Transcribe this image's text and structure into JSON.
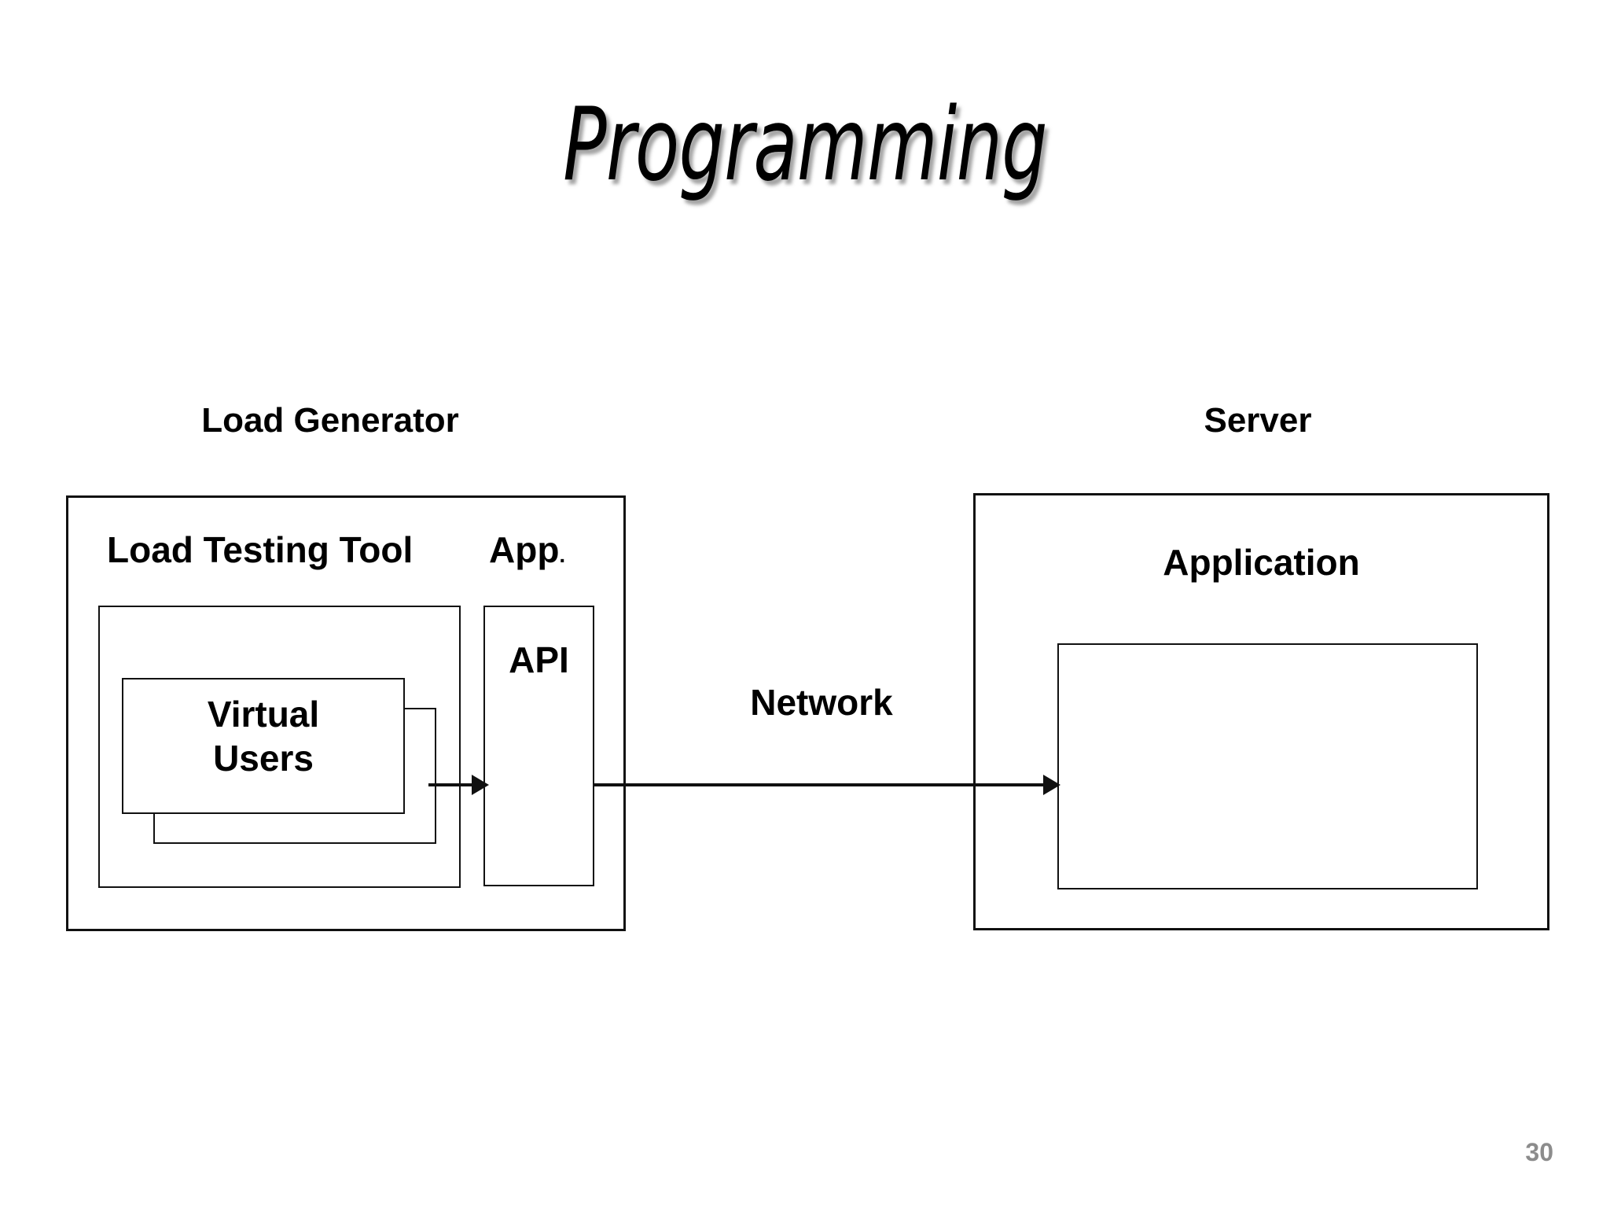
{
  "slide": {
    "title": "Programming",
    "page_number": "30",
    "background_color": "#ffffff",
    "line_color": "#111111",
    "text_color": "#000000",
    "page_number_color": "#8c8c8c"
  },
  "diagram": {
    "type": "block-diagram",
    "load_generator": {
      "caption": "Load Generator",
      "load_testing_tool": {
        "label": "Load Testing Tool",
        "virtual_users": {
          "line1": "Virtual",
          "line2": "Users",
          "stacked": true,
          "stack_count": 2
        }
      },
      "app": {
        "label": "App",
        "label_suffix": ".",
        "api": {
          "label": "API"
        }
      }
    },
    "connections": [
      {
        "name": "virtual-users-to-api",
        "label": "",
        "from": "Virtual Users",
        "to": "API"
      },
      {
        "name": "api-to-application",
        "label": "Network",
        "from": "API",
        "to": "Application"
      }
    ],
    "network_label": "Network",
    "server": {
      "caption": "Server",
      "application": {
        "label": "Application"
      }
    }
  }
}
